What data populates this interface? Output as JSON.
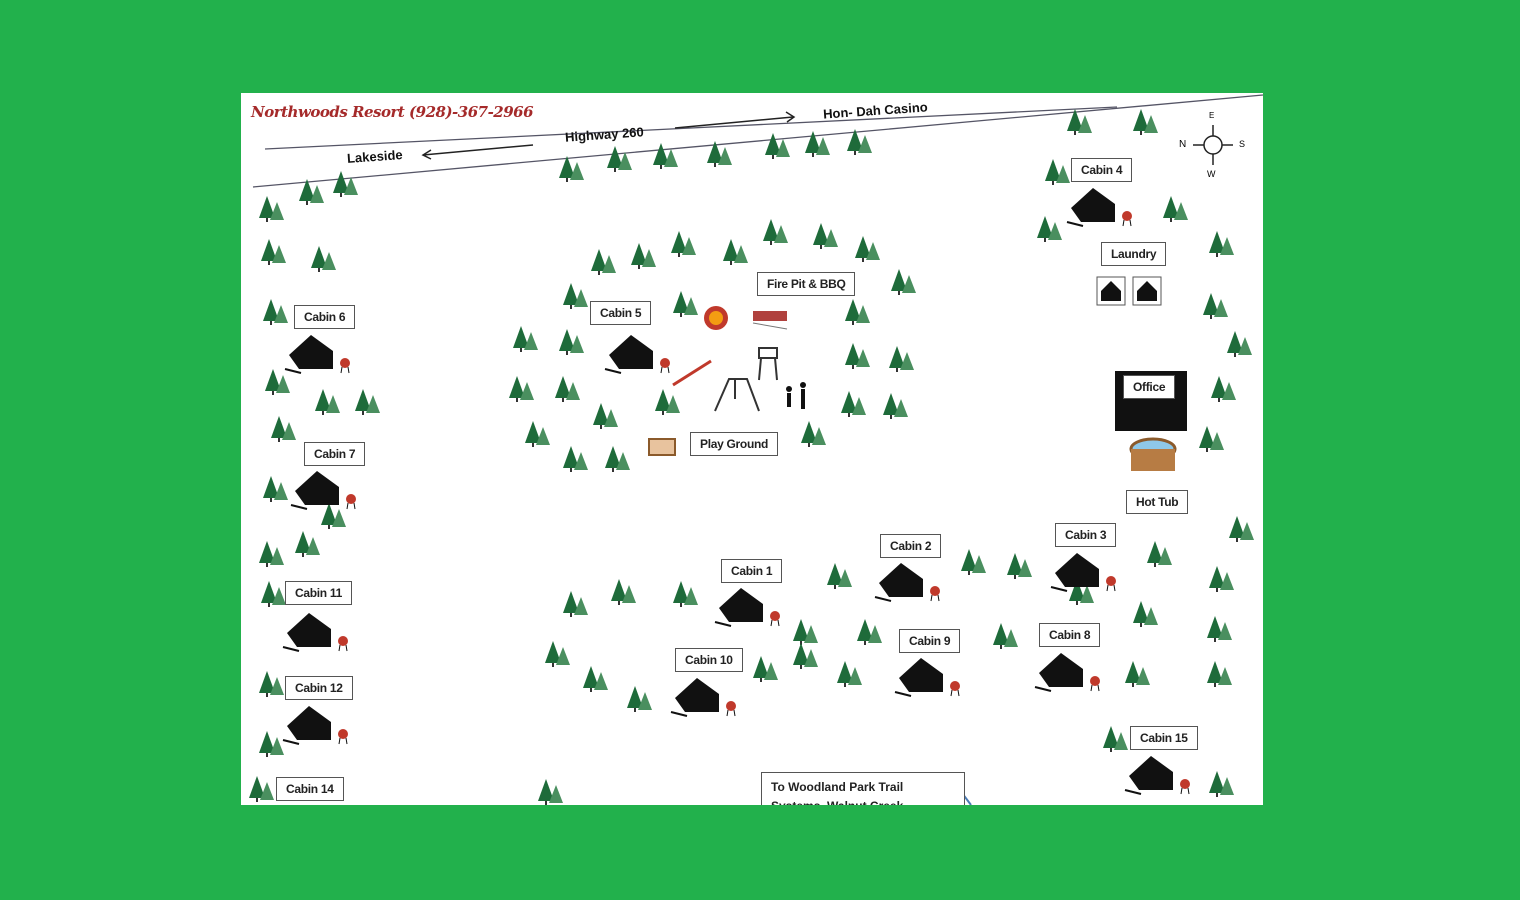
{
  "map": {
    "title": "Northwoods Resort  (928)-367-2966",
    "roads": {
      "highway": "Highway 260",
      "west_destination": "Lakeside",
      "east_destination": "Hon- Dah Casino"
    },
    "compass": {
      "top": "E",
      "left": "N",
      "right": "S",
      "bottom": "W"
    },
    "labels": {
      "cabin4": "Cabin 4",
      "laundry": "Laundry",
      "firepit": "Fire Pit & BBQ",
      "cabin6": "Cabin 6",
      "cabin5": "Cabin 5",
      "office": "Office",
      "playground": "Play Ground",
      "cabin7": "Cabin 7",
      "hottub": "Hot Tub",
      "cabin2": "Cabin 2",
      "cabin3": "Cabin 3",
      "cabin1": "Cabin 1",
      "cabin11": "Cabin 11",
      "cabin9": "Cabin 9",
      "cabin8": "Cabin 8",
      "cabin10": "Cabin 10",
      "cabin12": "Cabin 12",
      "cabin15": "Cabin 15",
      "cabin14": "Cabin 14"
    },
    "trail": {
      "line1": "To Woodland Park Trail",
      "line2": "Systems, Walnut Creek"
    },
    "colors": {
      "background": "#22b14c",
      "tree": "#1e6b3a",
      "title": "#a52a2a"
    }
  }
}
